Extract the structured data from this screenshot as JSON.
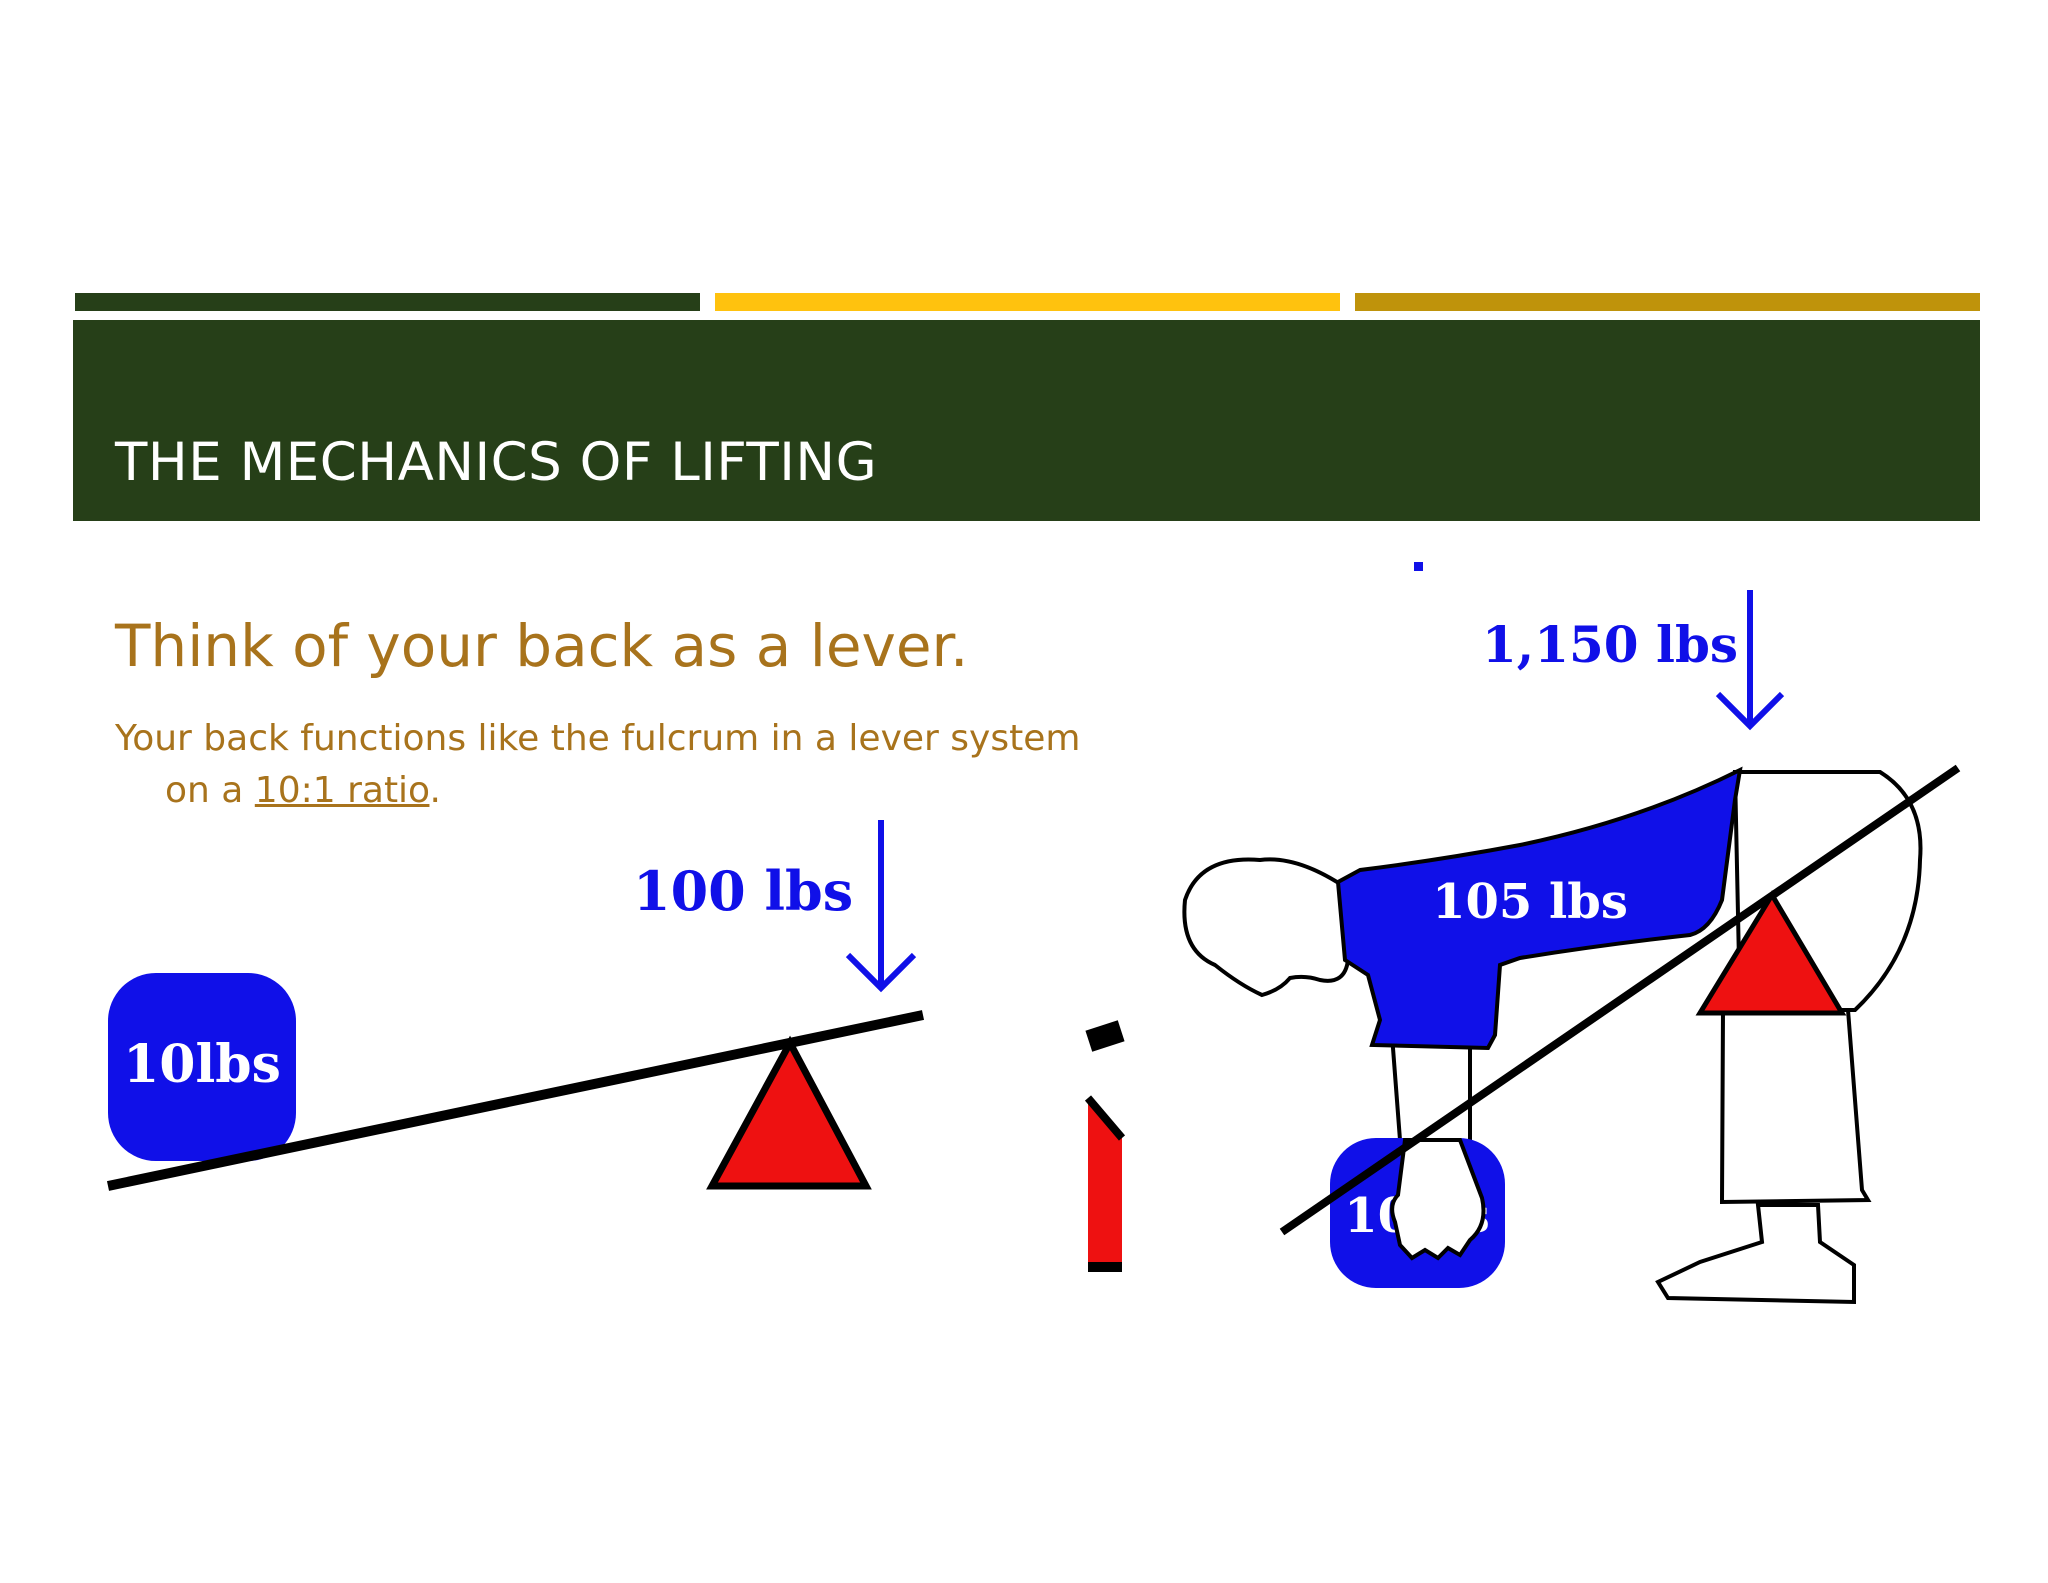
{
  "slide": {
    "title": "THE MECHANICS OF LIFTING",
    "heading": "Think of your back as a lever.",
    "body_line1": "Your back functions like the fulcrum in a lever system",
    "body_line2_prefix": "on a ",
    "body_link": "10:1 ratio",
    "body_line2_suffix": "."
  },
  "seesaw": {
    "weight_label": "10lbs",
    "force_label": "100 lbs"
  },
  "person": {
    "force_label": "1,150 lbs",
    "body_label": "105 lbs",
    "weight_label": "10lbs"
  },
  "colors": {
    "dark_green": "#263f18",
    "yellow": "#ffc20e",
    "gold": "#bf930b",
    "text_gold": "#a8731c",
    "blue": "#1010e8",
    "red": "#ee1111"
  }
}
